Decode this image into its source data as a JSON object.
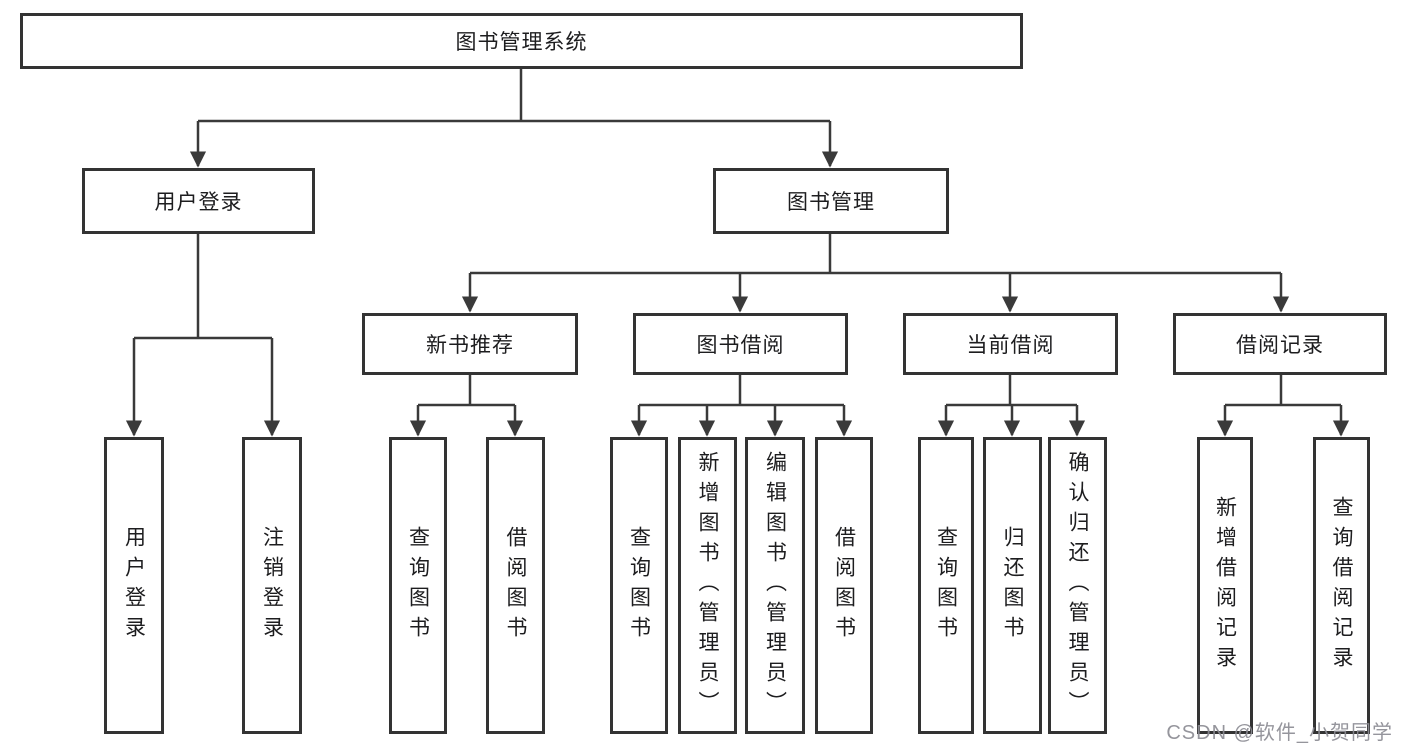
{
  "diagram_title": "图书管理系统",
  "tree": {
    "label": "图书管理系统",
    "children": [
      {
        "label": "用户登录",
        "children": [
          {
            "label": "用户登录"
          },
          {
            "label": "注销登录"
          }
        ]
      },
      {
        "label": "图书管理",
        "children": [
          {
            "label": "新书推荐",
            "children": [
              {
                "label": "查询图书"
              },
              {
                "label": "借阅图书"
              }
            ]
          },
          {
            "label": "图书借阅",
            "children": [
              {
                "label": "查询图书"
              },
              {
                "label": "新增图书（管理员）"
              },
              {
                "label": "编辑图书（管理员）"
              },
              {
                "label": "借阅图书"
              }
            ]
          },
          {
            "label": "当前借阅",
            "children": [
              {
                "label": "查询图书"
              },
              {
                "label": "归还图书"
              },
              {
                "label": "确认归还（管理员）"
              }
            ]
          },
          {
            "label": "借阅记录",
            "children": [
              {
                "label": "新增借阅记录"
              },
              {
                "label": "查询借阅记录"
              }
            ]
          }
        ]
      }
    ]
  },
  "watermark": {
    "text": "CSDN @软件_小贺同学"
  },
  "colors": {
    "line": "#3a3a3a",
    "box_border": "#333333",
    "text": "#1d1d1f",
    "watermark": "#8c8c94",
    "background": "#ffffff"
  }
}
